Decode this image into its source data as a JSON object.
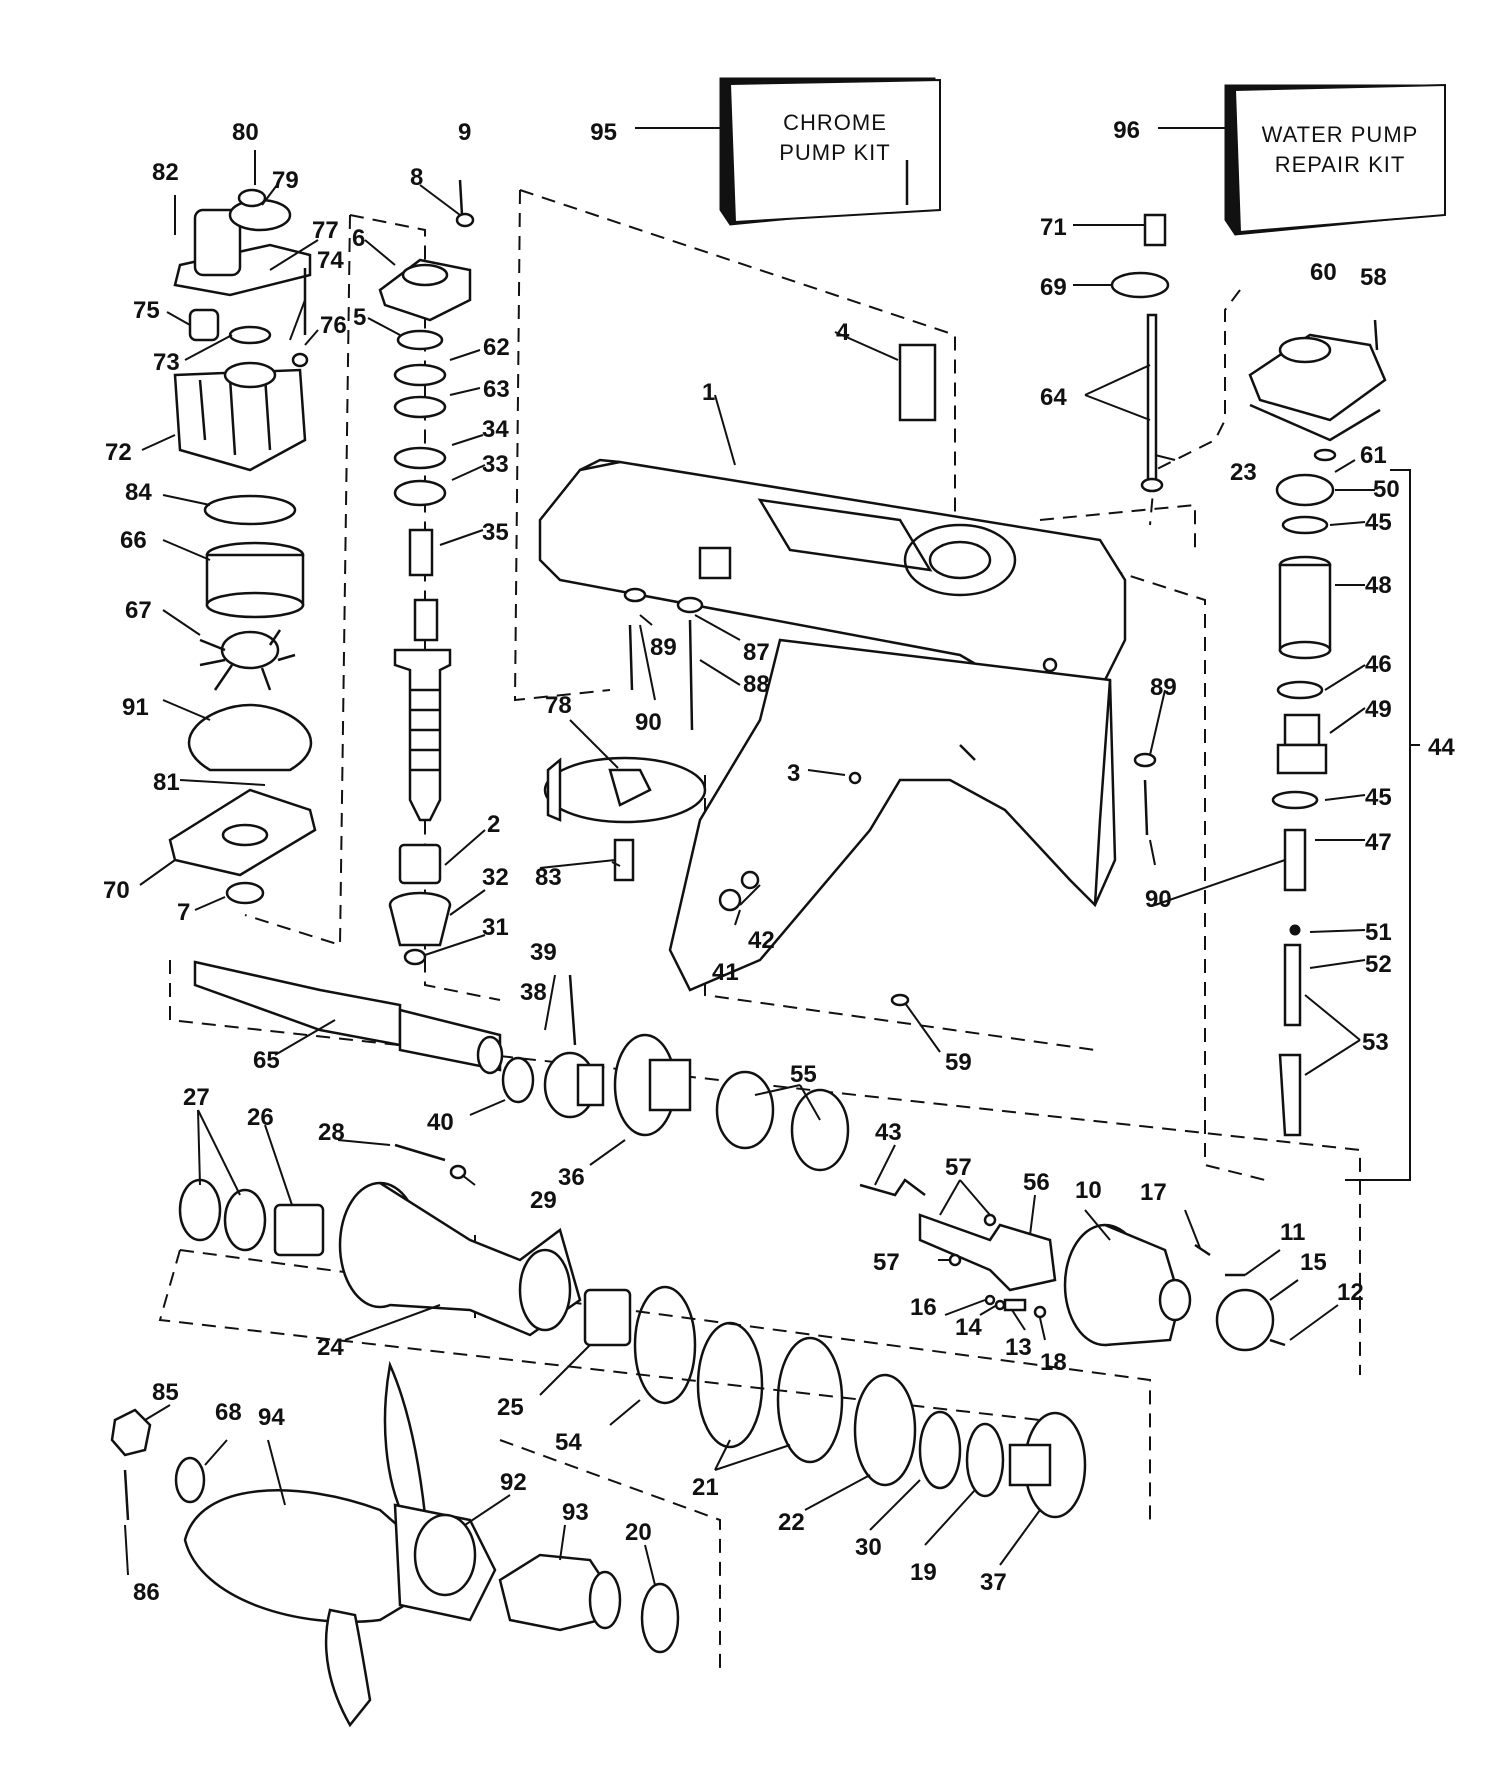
{
  "kits": {
    "chrome": {
      "number": "95",
      "line1": "CHROME",
      "line2": "PUMP KIT"
    },
    "water": {
      "number": "96",
      "line1": "WATER PUMP",
      "line2": "REPAIR KIT"
    }
  },
  "labels": {
    "p1": "1",
    "p2": "2",
    "p3": "3",
    "p4": "4",
    "p5": "5",
    "p6": "6",
    "p7": "7",
    "p8": "8",
    "p9": "9",
    "p10": "10",
    "p11": "11",
    "p12": "12",
    "p13": "13",
    "p14": "14",
    "p15": "15",
    "p16": "16",
    "p17": "17",
    "p18": "18",
    "p19": "19",
    "p20": "20",
    "p21": "21",
    "p22": "22",
    "p23": "23",
    "p24": "24",
    "p25": "25",
    "p26": "26",
    "p27": "27",
    "p28": "28",
    "p29": "29",
    "p30": "30",
    "p31": "31",
    "p32": "32",
    "p33": "33",
    "p34": "34",
    "p35": "35",
    "p36": "36",
    "p37": "37",
    "p38": "38",
    "p39": "39",
    "p40": "40",
    "p41": "41",
    "p42": "42",
    "p43": "43",
    "p44": "44",
    "p45": "45",
    "p46": "46",
    "p47": "47",
    "p48": "48",
    "p49": "49",
    "p50": "50",
    "p51": "51",
    "p52": "52",
    "p53": "53",
    "p54": "54",
    "p55": "55",
    "p56": "56",
    "p57": "57",
    "p58": "58",
    "p59": "59",
    "p60": "60",
    "p61": "61",
    "p62": "62",
    "p63": "63",
    "p64": "64",
    "p65": "65",
    "p66": "66",
    "p67": "67",
    "p68": "68",
    "p69": "69",
    "p70": "70",
    "p71": "71",
    "p72": "72",
    "p73": "73",
    "p74": "74",
    "p75": "75",
    "p76": "76",
    "p77": "77",
    "p78": "78",
    "p79": "79",
    "p80": "80",
    "p81": "81",
    "p82": "82",
    "p83": "83",
    "p84": "84",
    "p85": "85",
    "p86": "86",
    "p87": "87",
    "p88": "88",
    "p89": "89",
    "p90": "90",
    "p91": "91",
    "p92": "92",
    "p93": "93",
    "p94": "94"
  }
}
